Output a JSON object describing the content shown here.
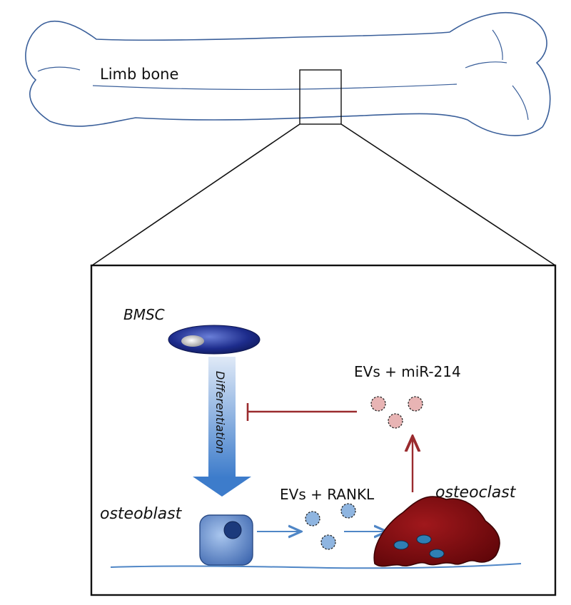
{
  "labels": {
    "bone": "Limb bone",
    "bmsc": "BMSC",
    "differentiation": "Differentiation",
    "osteoblast": "osteoblast",
    "osteoclast": "osteoclast",
    "evs_rankl": "EVs + RANKL",
    "evs_mir214": "EVs + miR-214"
  },
  "colors": {
    "bone_outline": "#3a5f9a",
    "zoom_box": "#111111",
    "bmsc_cell": "#1f2f8f",
    "osteoblast_cell": "#5b86c8",
    "osteoclast_cell": "#7a0d10",
    "vesicle_rankl": "#8fb5e0",
    "vesicle_mir214": "#e8b4b4",
    "arrow_blue": "#4f86c6",
    "arrow_red": "#9a2b2e",
    "bone_surface": "#4f86c6"
  },
  "icons": [
    "bone-outline",
    "zoom-box",
    "bmsc-cell",
    "differentiation-arrow",
    "osteoblast-cell",
    "osteoclast-cell",
    "vesicle-rankl",
    "vesicle-mir214",
    "inhibition-line"
  ]
}
